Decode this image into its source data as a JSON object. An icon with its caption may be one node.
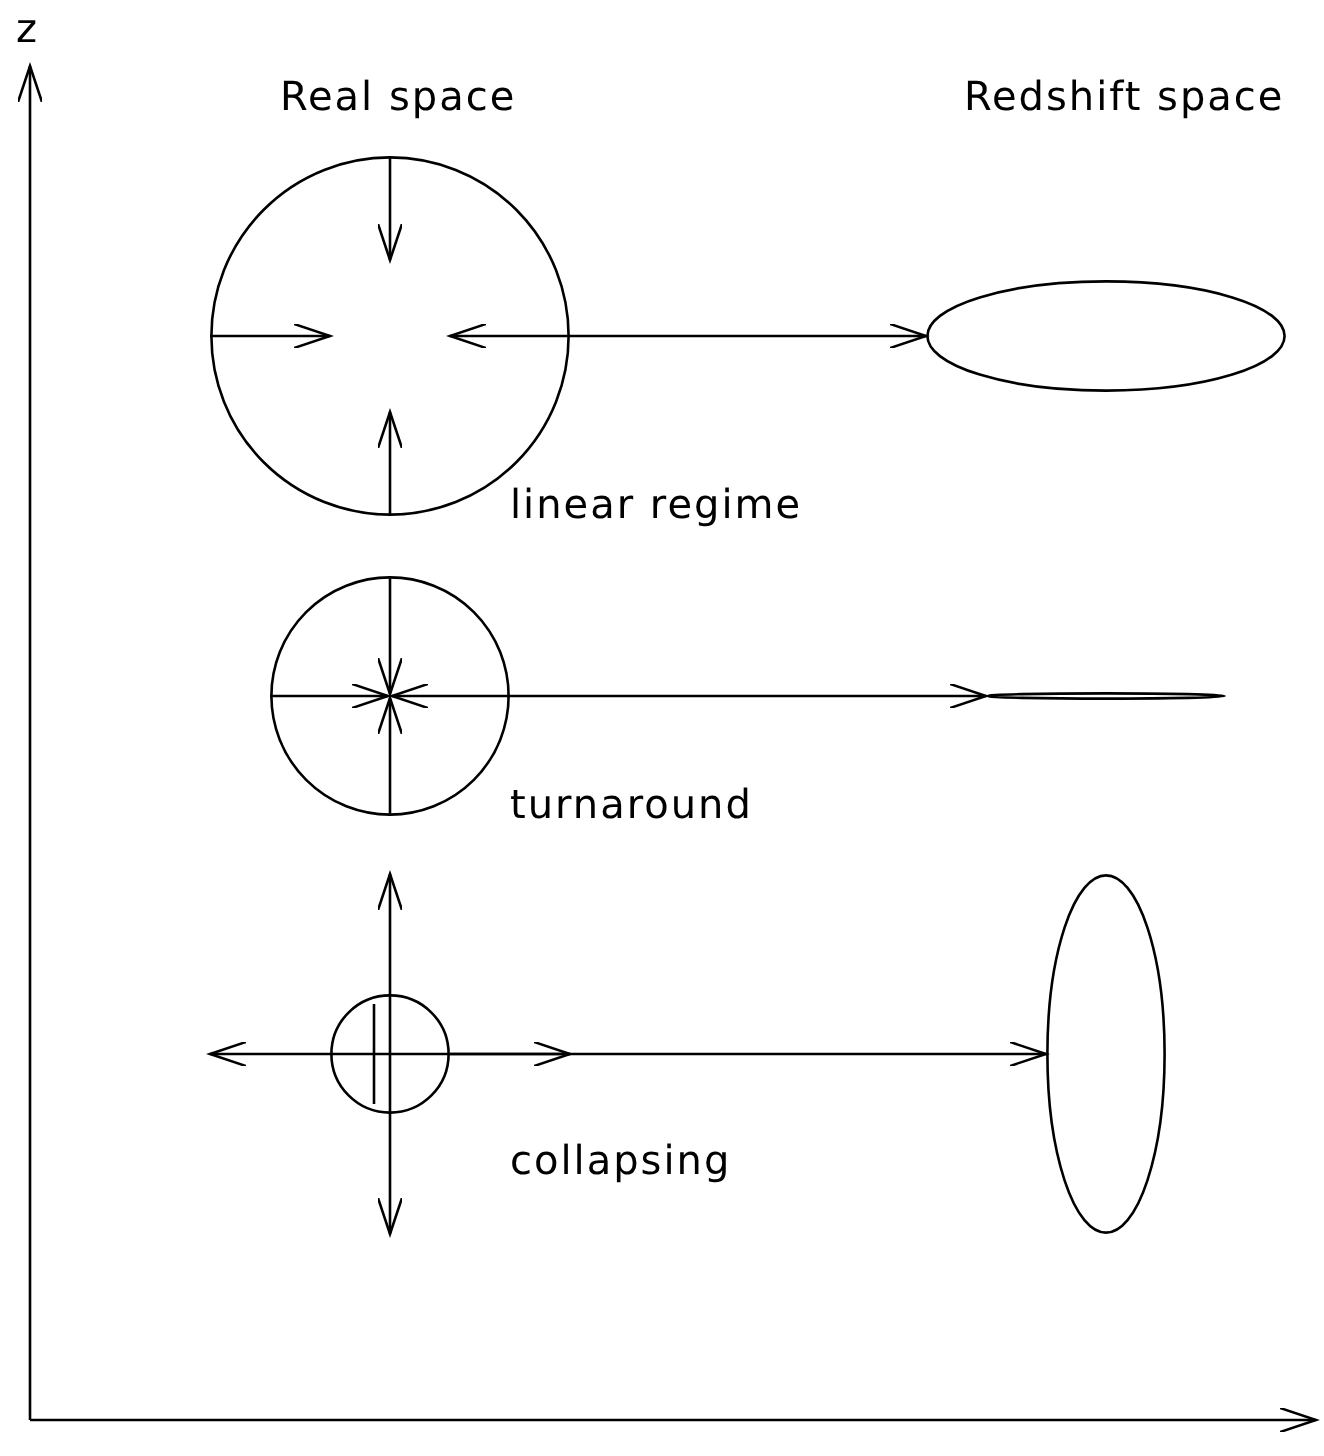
{
  "diagram": {
    "nodes": [
      {
        "text": [],
        "shape": "circle",
        "beside": [
          "linear regime"
        ]
      },
      {
        "text": [],
        "shape": "ellipse"
      },
      {
        "text": [],
        "shape": "circle",
        "beside": [
          "turnaround"
        ]
      },
      {
        "text": [],
        "shape": "ellipse"
      },
      {
        "text": [],
        "shape": "circle",
        "beside": [
          "collapsing"
        ]
      },
      {
        "text": [],
        "shape": "ellipse"
      }
    ],
    "edges": [
      {
        "from": 0,
        "to": 1,
        "arrow": "to"
      },
      {
        "from": 2,
        "to": 3,
        "arrow": "to"
      },
      {
        "from": 4,
        "to": 5,
        "arrow": "to"
      }
    ],
    "labels": [
      "z",
      "Real space",
      "Redshift space"
    ]
  }
}
